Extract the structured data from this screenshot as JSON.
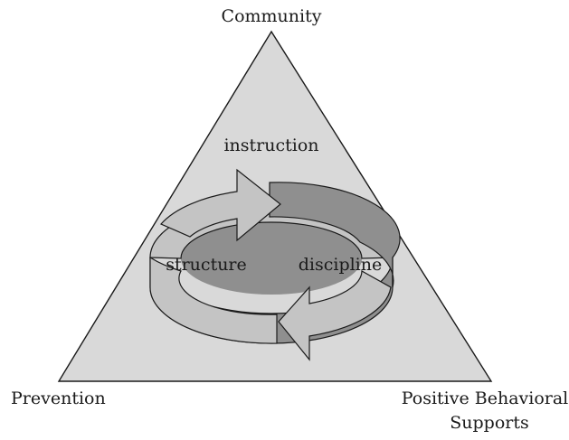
{
  "diagram": {
    "corners": {
      "top": "Community",
      "bottom_left": "Prevention",
      "bottom_right_line1": "Positive Behavioral",
      "bottom_right_line2": "Supports"
    },
    "cycle": {
      "top": "instruction",
      "left": "structure",
      "right": "discipline"
    }
  },
  "colors": {
    "triangle_fill": "#d9d9d9",
    "band_light": "#c4c4c4",
    "band_dark": "#8f8f8f",
    "outline": "#1a1a1a"
  }
}
